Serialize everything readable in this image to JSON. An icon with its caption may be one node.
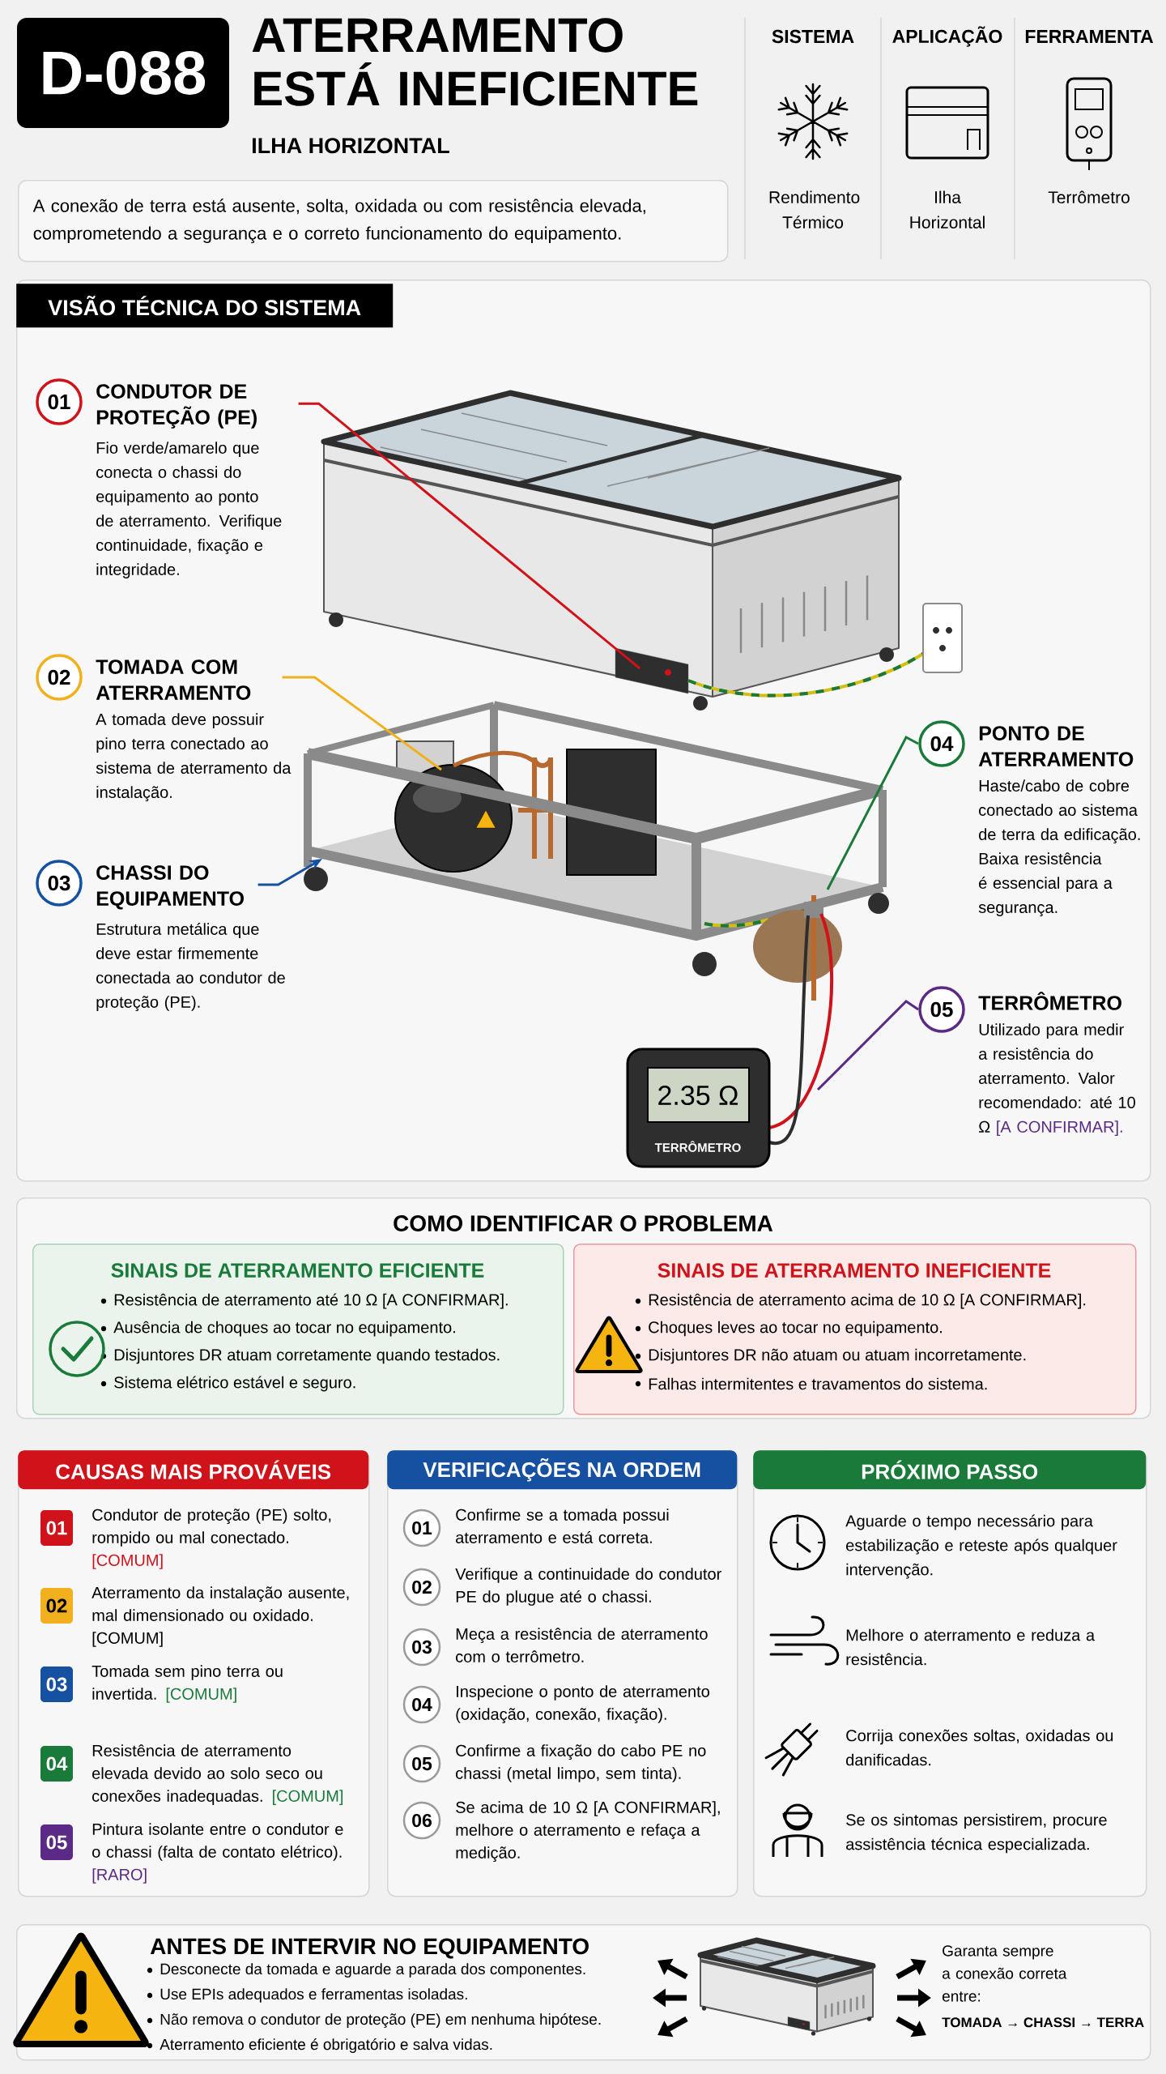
{
  "diagram": {
    "title": "ATERRAMENTO ESTÁ INEFICIENTE",
    "nodes": [
      {
        "text": [
          "D-088"
        ]
      },
      {
        "text": [
          "A conexão de terra está ausente, solta, oxidada ou com resistência elevada, comprometendo a segurança e o correto funcionamento do equipamento."
        ]
      },
      {
        "text": [
          "VISÃO TÉCNICA DO SISTEMA"
        ]
      },
      {
        "text": [
          "01",
          "CONDUTOR DE PROTEÇÃO (PE)"
        ],
        "beside": [
          "Fio verde/amarelo que conecta o chassi do equipamento ao ponto de aterramento. Verifique continuidade, fixação e integridade."
        ],
        "in": 2
      },
      {
        "text": [
          "02",
          "TOMADA COM ATERRAMENTO"
        ],
        "beside": [
          "A tomada deve possuir pino terra conectado ao sistema de aterramento da instalação."
        ],
        "in": 2
      },
      {
        "text": [
          "03",
          "CHASSI DO EQUIPAMENTO"
        ],
        "beside": [
          "Estrutura metálica que deve estar firmemente conectada ao condutor de proteção (PE)."
        ],
        "in": 2
      },
      {
        "text": [
          "04",
          "PONTO DE ATERRAMENTO"
        ],
        "beside": [
          "Haste/cabo de cobre conectado ao sistema de terra da edificação. Baixa resistência é essencial para a segurança."
        ],
        "in": 2
      },
      {
        "text": [
          "05",
          "TERRÔMETRO"
        ],
        "beside": [
          "Utilizado para medir a resistência do aterramento. Valor recomendado: até 10 Ω",
          "[A CONFIRMAR]."
        ],
        "in": 2
      },
      {
        "text": [
          "COMO IDENTIFICAR O PROBLEMA"
        ]
      },
      {
        "text": [
          "SINAIS DE ATERRAMENTO EFICIENTE",
          "Resistência de aterramento até 10 Ω [A CONFIRMAR].",
          "Ausência de choques ao tocar no equipamento.",
          "Disjuntores DR atuam corretamente quando testados.",
          "Sistema elétrico estável e seguro."
        ],
        "in": 8
      },
      {
        "text": [
          "SINAIS DE ATERRAMENTO INEFICIENTE",
          "Resistência de aterramento acima de 10 Ω [A CONFIRMAR].",
          "Choques leves ao tocar no equipamento.",
          "Disjuntores DR não atuam ou atuam incorretamente.",
          "Falhas intermitentes e travamentos do sistema."
        ],
        "in": 8
      },
      {
        "text": [
          "CAUSAS MAIS PROVÁVEIS"
        ]
      },
      {
        "text": [
          "01",
          "Condutor de proteção (PE) solto, rompido ou mal conectado.",
          "[COMUM]"
        ],
        "in": 11
      },
      {
        "text": [
          "02",
          "Aterramento da instalação ausente, mal dimensionado ou oxidado.",
          "[COMUM]"
        ],
        "in": 11
      },
      {
        "text": [
          "03",
          "Tomada sem pino terra ou invertida.",
          "[COMUM]"
        ],
        "in": 11
      },
      {
        "text": [
          "04",
          "Resistência de aterramento elevada devido ao solo seco ou conexões inadequadas.",
          "[COMUM]"
        ],
        "in": 11
      },
      {
        "text": [
          "05",
          "Pintura isolante entre o condutor e o chassi (falta de contato elétrico).",
          "[RARO]"
        ],
        "in": 11
      },
      {
        "text": [
          "VERIFICAÇÕES NA ORDEM"
        ]
      },
      {
        "text": [
          "01",
          "Confirme se a tomada possui aterramento e está correta."
        ],
        "in": 17
      },
      {
        "text": [
          "02",
          "Verifique a continuidade do condutor PE do plugue até o chassi."
        ],
        "in": 17
      },
      {
        "text": [
          "03",
          "Meça a resistência de aterramento com o terrômetro."
        ],
        "in": 17
      },
      {
        "text": [
          "04",
          "Inspecione o ponto de aterramento (oxidação, conexão, fixação)."
        ],
        "in": 17
      },
      {
        "text": [
          "05",
          "Confirme a fixação do cabo PE no chassi (metal limpo, sem tinta)."
        ],
        "in": 17
      },
      {
        "text": [
          "06",
          "Se acima de 10 Ω [A CONFIRMAR], melhore o aterramento e refaça a medição."
        ],
        "in": 17
      },
      {
        "text": [
          "PRÓXIMO PASSO"
        ]
      },
      {
        "text": [
          "Aguarde o tempo necessário para estabilização e reteste após qualquer intervenção."
        ],
        "in": 24
      },
      {
        "text": [
          "Melhore o aterramento e reduza a resistência."
        ],
        "in": 24
      },
      {
        "text": [
          "Corrija conexões soltas, oxidadas ou danificadas."
        ],
        "in": 24
      },
      {
        "text": [
          "Se os sintomas persistirem, procure assistência técnica especializada."
        ],
        "in": 24
      },
      {
        "text": [
          "ANTES DE INTERVIR NO EQUIPAMENTO",
          "Desconecte da tomada e aguarde a parada dos componentes.",
          "Use EPIs adequados e ferramentas isoladas.",
          "Não remova o condutor de proteção (PE) em nenhuma hipótese.",
          "Aterramento eficiente é obrigatório e salva vidas.",
          "Garanta sempre a conexão correta entre:",
          "TOMADA → CHASSI → TERRA"
        ]
      }
    ],
    "edges": [
      {
        "from": 3,
        "to": null,
        "arrow": "none",
        "color": "#d0131a"
      },
      {
        "from": 4,
        "to": null,
        "arrow": "none",
        "color": "#f2b01e"
      },
      {
        "from": 5,
        "to": null,
        "arrow": "to",
        "color": "#1650a0"
      },
      {
        "from": 6,
        "to": null,
        "arrow": "none",
        "color": "#1a7a3a"
      },
      {
        "from": 7,
        "to": null,
        "arrow": "none",
        "color": "#5b2a86"
      }
    ],
    "labels": [
      "ILHA HORIZONTAL",
      "SISTEMA",
      "APLICAÇÃO",
      "FERRAMENTA",
      "Rendimento Térmico",
      "Ilha Horizontal",
      "Terrômetro",
      "2.35 Ω",
      "TERRÔMETRO"
    ]
  }
}
